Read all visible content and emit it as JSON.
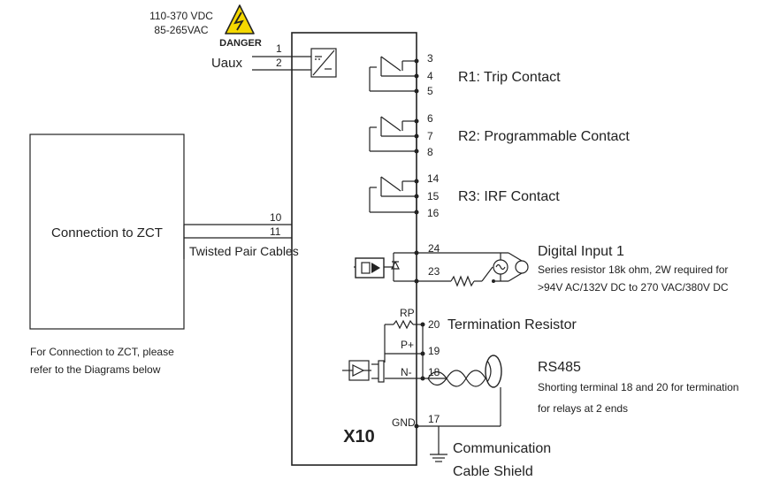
{
  "power": {
    "voltage_dc": "110-370 VDC",
    "voltage_ac": "85-265VAC",
    "danger_label": "DANGER",
    "aux_label": "Uaux",
    "pin1": "1",
    "pin2": "2"
  },
  "zct": {
    "box_label": "Connection to ZCT",
    "pin10": "10",
    "pin11": "11",
    "cable_label": "Twisted Pair Cables",
    "note_line1": "For Connection to ZCT, please",
    "note_line2": "refer to the Diagrams below"
  },
  "relays": {
    "r1_label": "R1: Trip Contact",
    "r1_pins": [
      "3",
      "4",
      "5"
    ],
    "r2_label": "R2: Programmable Contact",
    "r2_pins": [
      "6",
      "7",
      "8"
    ],
    "r3_label": "R3: IRF Contact",
    "r3_pins": [
      "14",
      "15",
      "16"
    ]
  },
  "digital_input": {
    "title": "Digital Input 1",
    "pin_a": "24",
    "pin_b": "23",
    "note_line1": "Series resistor 18k ohm, 2W required for",
    "note_line2": ">94V AC/132V DC to 270 VAC/380V DC"
  },
  "termination": {
    "rp_label": "RP",
    "pin": "20",
    "label": "Termination Resistor"
  },
  "rs485": {
    "p_label": "P+",
    "n_label": "N-",
    "pin_p": "19",
    "pin_n": "18",
    "title": "RS485",
    "note_line1": "Shorting terminal 18 and 20 for termination",
    "note_line2": "for relays at 2 ends"
  },
  "ground": {
    "gnd_label": "GND",
    "pin": "17",
    "shield_line1": "Communication",
    "shield_line2": "Cable Shield"
  },
  "device": {
    "name": "X10"
  },
  "colors": {
    "line": "#222222",
    "warning_yellow": "#f5d800",
    "background": "#ffffff"
  }
}
